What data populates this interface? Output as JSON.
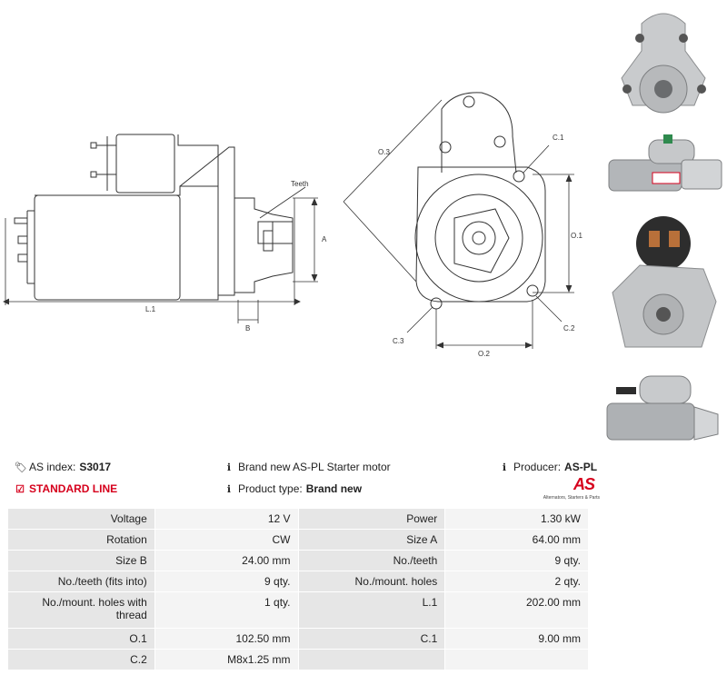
{
  "drawing": {
    "teeth_label": "Teeth",
    "dim_a": "A",
    "dim_b": "B",
    "dim_l1": "L.1",
    "dim_o3": "O.3",
    "dim_c1": "C.1",
    "dim_o1": "O.1",
    "dim_c2": "C.2",
    "dim_c3": "C.3",
    "dim_o2": "O.2"
  },
  "info": {
    "as_index_label": "AS index:",
    "as_index_value": "S3017",
    "standard_line": "STANDARD LINE",
    "description": "Brand new AS-PL Starter motor",
    "product_type_label": "Product type:",
    "product_type_value": "Brand new",
    "producer_label": "Producer:",
    "producer_value": "AS-PL"
  },
  "logo": {
    "mark": "AS",
    "tagline": "Alternators, Starters & Parts"
  },
  "icons": {
    "tag": "tag-icon",
    "check": "check-square-icon",
    "info": "info-circle-icon"
  },
  "colors": {
    "brand_red": "#d6001c",
    "label_bg": "#e6e6e6",
    "value_bg": "#f4f4f4"
  },
  "specs": [
    [
      "Voltage",
      "12 V",
      "Power",
      "1.30 kW"
    ],
    [
      "Rotation",
      "CW",
      "Size A",
      "64.00 mm"
    ],
    [
      "Size B",
      "24.00 mm",
      "No./teeth",
      "9 qty."
    ],
    [
      "No./teeth (fits into)",
      "9 qty.",
      "No./mount. holes",
      "2 qty."
    ],
    [
      "No./mount. holes with thread",
      "1 qty.",
      "L.1",
      "202.00 mm"
    ],
    [
      "O.1",
      "102.50 mm",
      "C.1",
      "9.00 mm"
    ],
    [
      "C.2",
      "M8x1.25 mm",
      "",
      ""
    ]
  ]
}
